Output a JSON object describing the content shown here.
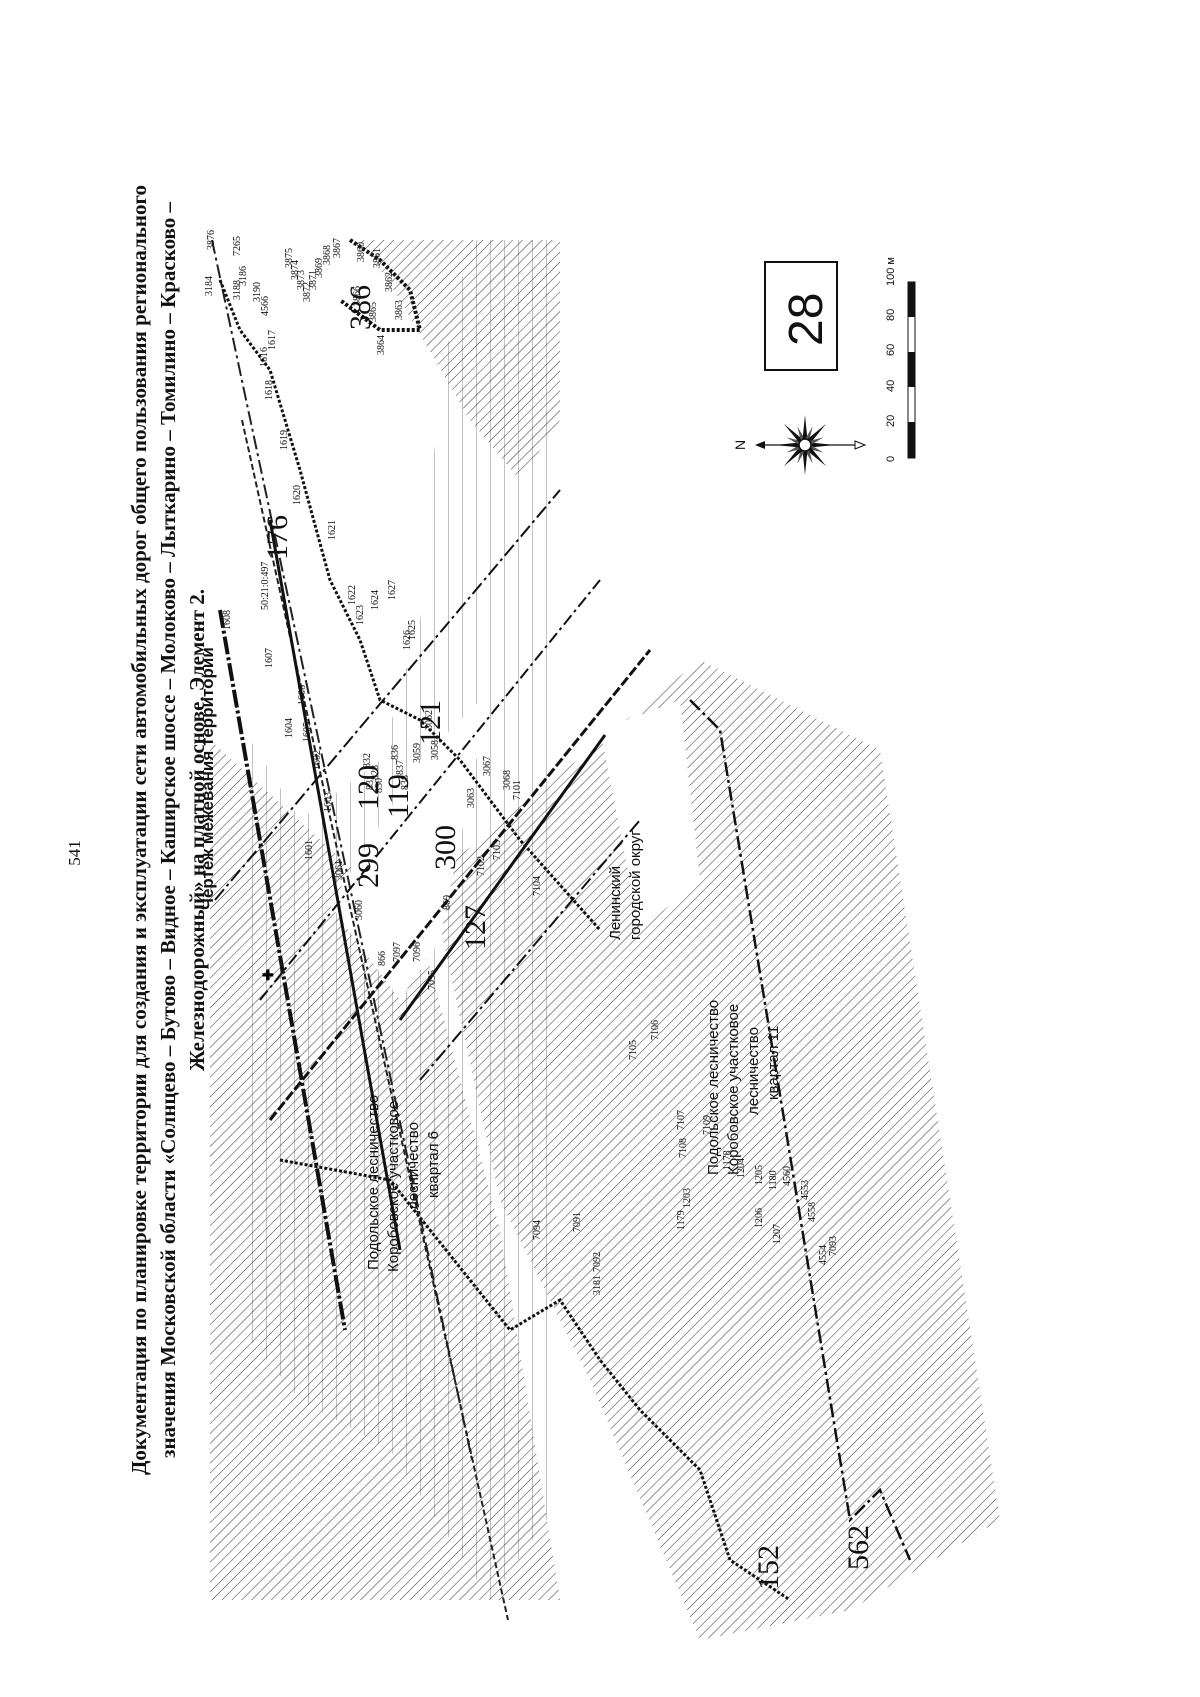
{
  "page_number": "541",
  "title": {
    "line1": "Документация по планировке территории для создания и эксплуатации сети автомобильных дорог общего пользования регионального",
    "line2": "значения Московской области «Солнцево – Бутово – Видное – Каширское шоссе – Молоково – Лыткарино – Томилино – Красково –",
    "line3": "Железнодорожный» на платной основе. Элемент 2."
  },
  "map": {
    "heading": "Чертеж межевания территории",
    "sheet_number": "28",
    "north_label": "N",
    "scale": {
      "ticks": [
        "0",
        "20",
        "40",
        "60",
        "80",
        "100 м"
      ]
    },
    "area_labels": [
      {
        "text": "Подольское лесничество"
      },
      {
        "text": "Коробовское участковое"
      },
      {
        "text": "лесничество"
      },
      {
        "text": "квартал 6"
      },
      {
        "text": "Подольское лесничество"
      },
      {
        "text": "Коробовское участковое"
      },
      {
        "text": "лесничество"
      },
      {
        "text": "квартал 11"
      },
      {
        "text": "Ленинский"
      },
      {
        "text": "городской округ"
      }
    ],
    "parcel_numbers": [
      "176",
      "299",
      "120",
      "119",
      "121",
      "300",
      "127",
      "152",
      "562",
      "386"
    ],
    "point_labels": [
      "1608",
      "1607",
      "50:21:0:497",
      "1606",
      "1605",
      "1604",
      "1602",
      "1603",
      "1601",
      "3061",
      "3060",
      "866",
      "1619",
      "1618",
      "1616",
      "1617",
      "1620",
      "1621",
      "1622",
      "1623",
      "1624",
      "1627",
      "1626",
      "1625",
      "832",
      "831",
      "828",
      "830",
      "836",
      "837",
      "838",
      "3059",
      "3062",
      "3058",
      "3063",
      "3067",
      "3068",
      "7101",
      "7102",
      "7103",
      "7104",
      "869",
      "7097",
      "7096",
      "7095",
      "7105",
      "7106",
      "7107",
      "7108",
      "7109",
      "1178",
      "1179",
      "1203",
      "1204",
      "1205",
      "1180",
      "1206",
      "1207",
      "4560",
      "4553",
      "4558",
      "4554",
      "7093",
      "7094",
      "7091",
      "7092",
      "3181",
      "3184",
      "3186",
      "3188",
      "3190",
      "4566",
      "7265",
      "3876",
      "3875",
      "3874",
      "3873",
      "3872",
      "3871",
      "3869",
      "3868",
      "3867",
      "3866",
      "3865",
      "3860",
      "3861",
      "3862",
      "3863",
      "3864"
    ]
  }
}
